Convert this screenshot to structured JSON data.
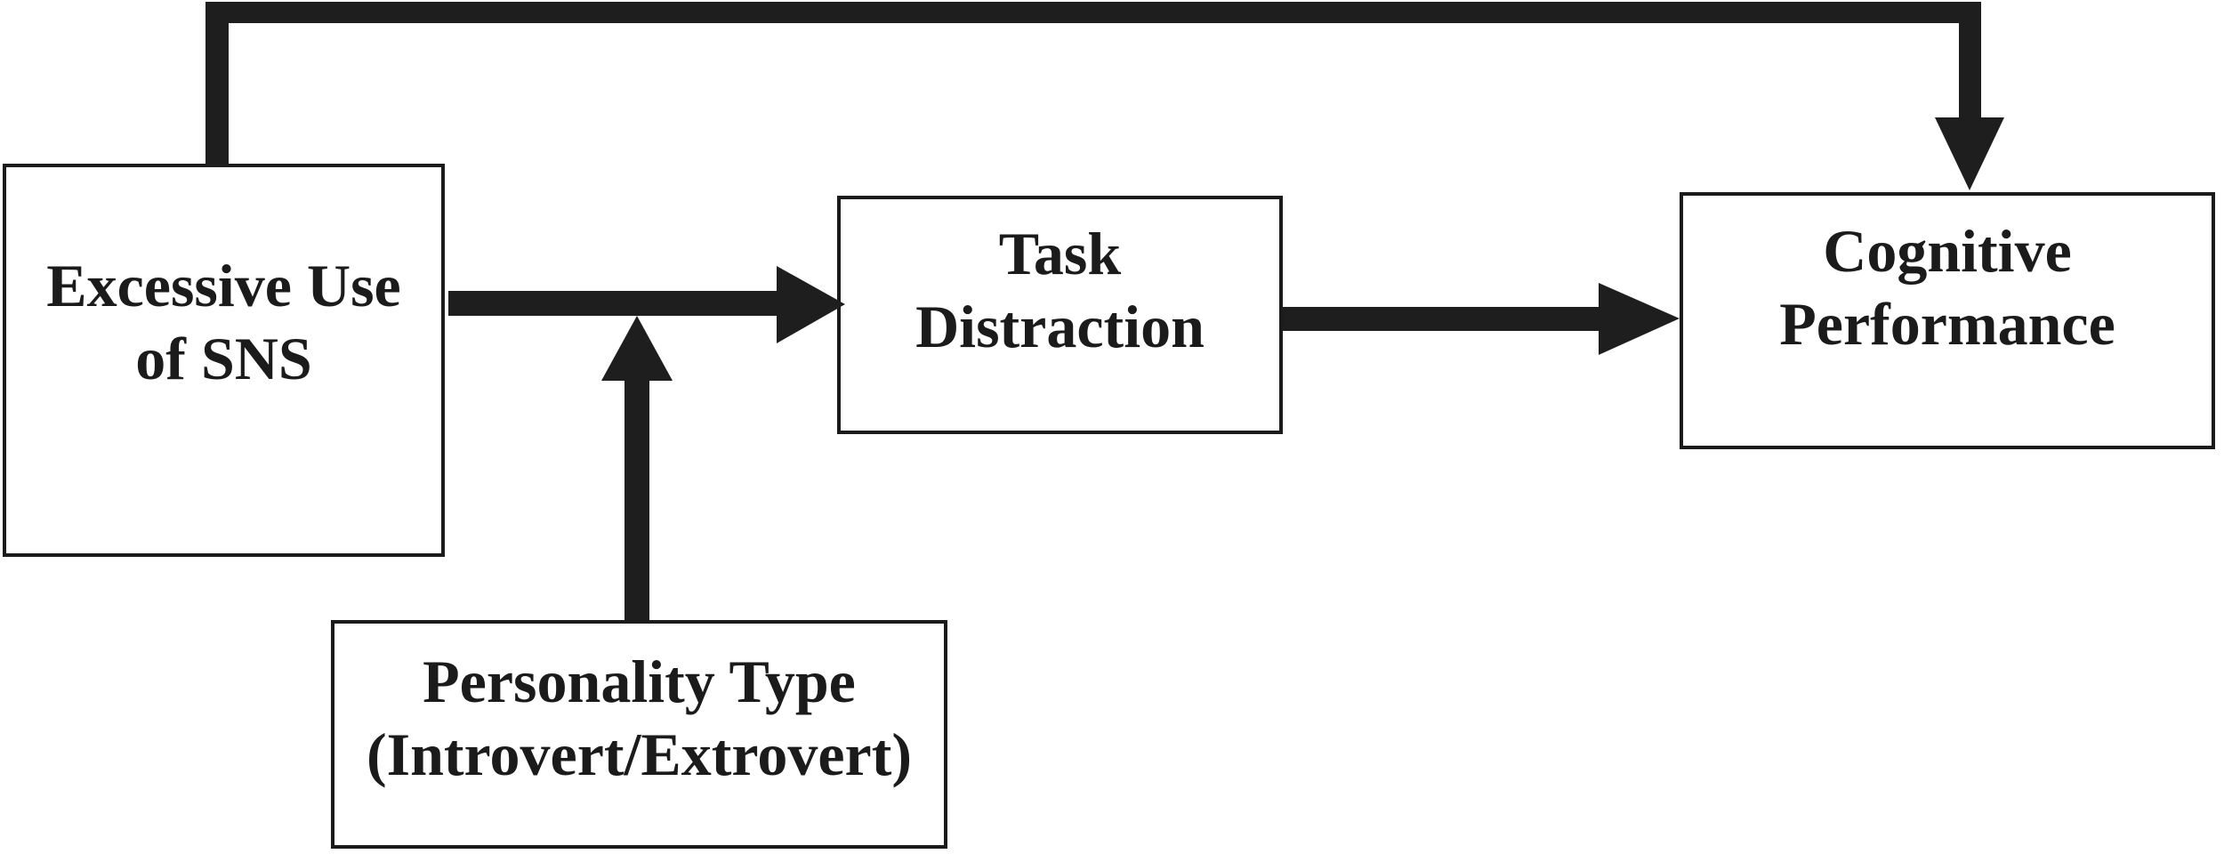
{
  "colors": {
    "ink": "#1e1e1e",
    "box_border": "#1b1b1b",
    "background": "#ffffff"
  },
  "nodes": [
    {
      "id": "excessive-use-of-sns",
      "lines": [
        "Excessive Use",
        "of SNS"
      ]
    },
    {
      "id": "task-distraction",
      "lines": [
        "Task",
        "Distraction"
      ]
    },
    {
      "id": "cognitive-performance",
      "lines": [
        "Cognitive",
        "Performance"
      ]
    },
    {
      "id": "personality-type",
      "lines": [
        "Personality Type",
        "(Introvert/Extrovert)"
      ]
    }
  ],
  "edges": [
    {
      "from": "excessive-use-of-sns",
      "to": "cognitive-performance",
      "type": "direct-effect",
      "route": "over-top"
    },
    {
      "from": "excessive-use-of-sns",
      "to": "task-distraction",
      "type": "direct-effect",
      "route": "horizontal"
    },
    {
      "from": "task-distraction",
      "to": "cognitive-performance",
      "type": "direct-effect",
      "route": "horizontal"
    },
    {
      "from": "personality-type",
      "to": "excessive-use-of-sns__task-distraction",
      "type": "moderation",
      "route": "vertical-up"
    }
  ]
}
